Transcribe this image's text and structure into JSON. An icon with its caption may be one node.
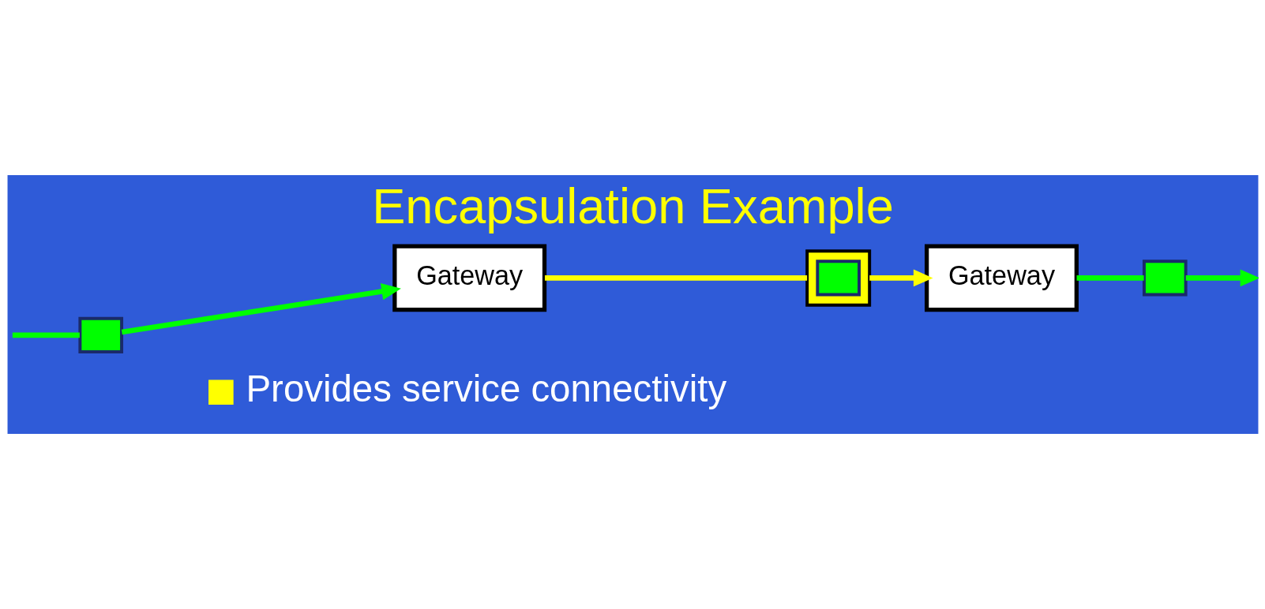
{
  "diagram": {
    "title": "Encapsulation Example",
    "nodes": [
      {
        "text": [],
        "shape": "box"
      },
      {
        "text": [
          "Gateway"
        ]
      },
      {
        "text": [],
        "shape": "box"
      },
      {
        "text": [],
        "shape": "box",
        "in": 2
      },
      {
        "text": [
          "Gateway"
        ]
      },
      {
        "text": [],
        "shape": "box"
      }
    ],
    "edges": [
      {
        "from": null,
        "to": 0,
        "arrow": "none"
      },
      {
        "from": 0,
        "to": 1,
        "arrow": "to"
      },
      {
        "from": 1,
        "to": 2,
        "arrow": "none",
        "color": "#ffff00"
      },
      {
        "from": 2,
        "to": 4,
        "arrow": "to",
        "color": "#ffff00"
      },
      {
        "from": 4,
        "to": 5,
        "arrow": "none"
      },
      {
        "from": 5,
        "to": null,
        "arrow": "to"
      }
    ],
    "labels": [
      "Provides service connectivity"
    ]
  }
}
